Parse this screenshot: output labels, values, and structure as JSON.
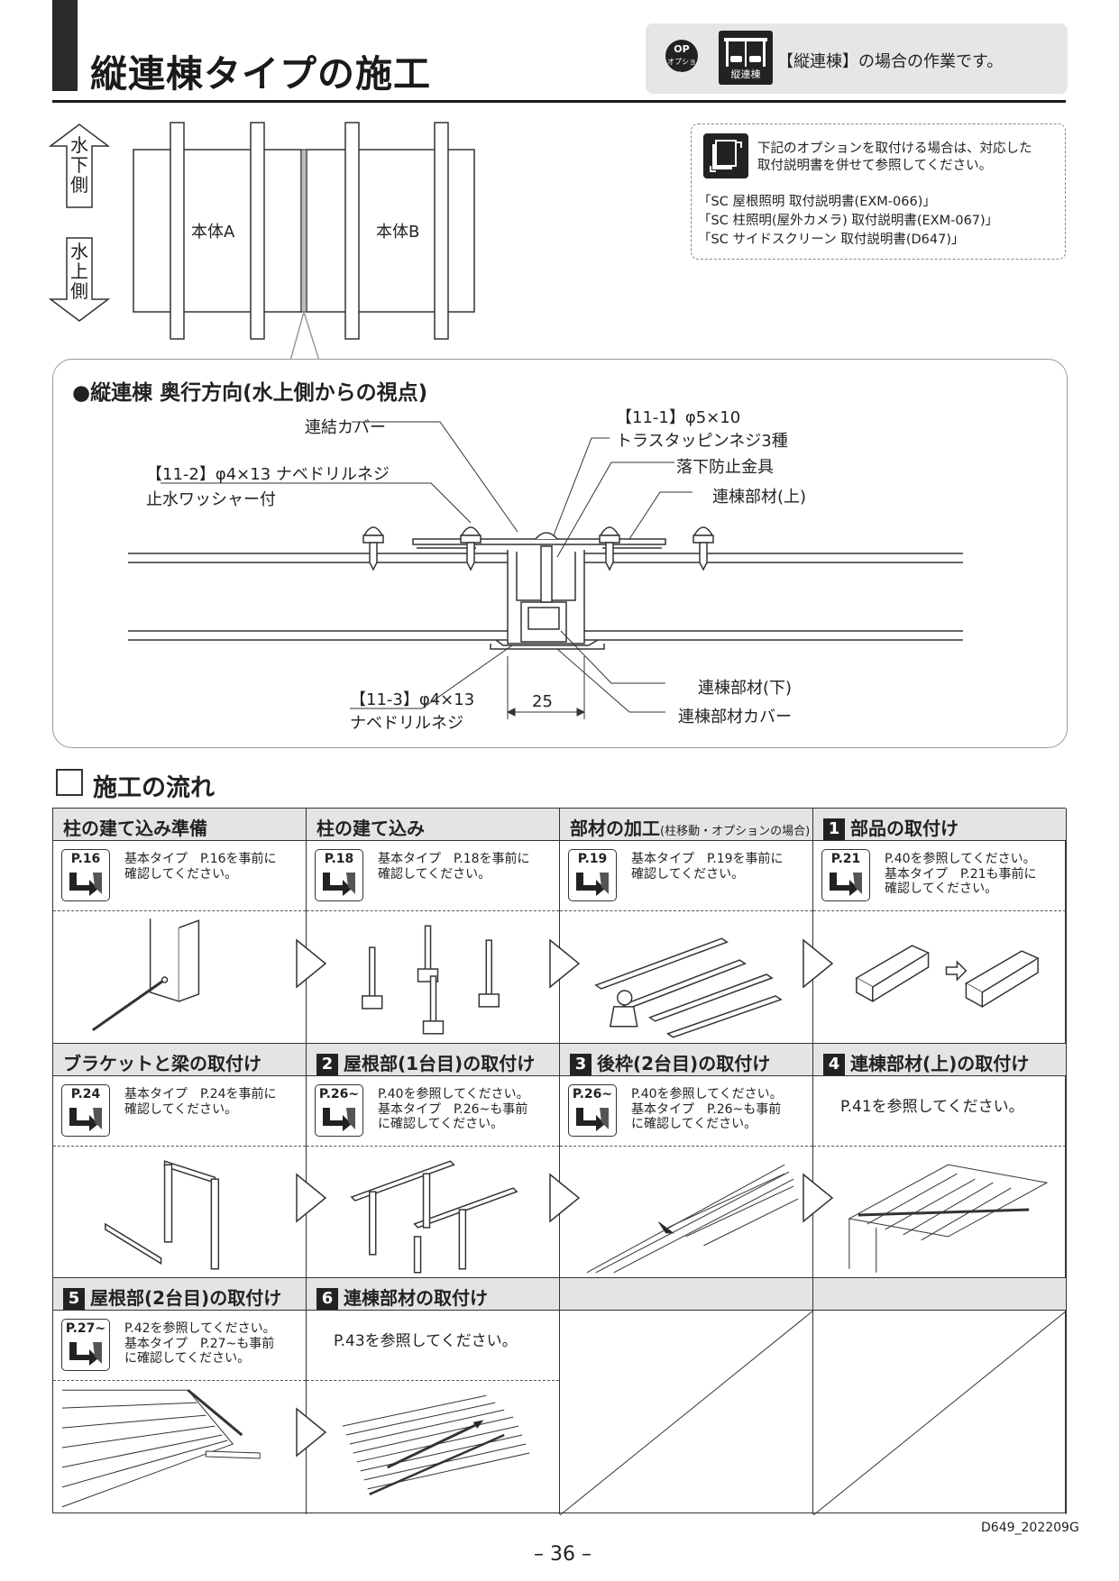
{
  "header": {
    "title": "縦連棟タイプの施工",
    "op_badge": "OP",
    "op_badge_sub": "オプション",
    "op_icon_label": "縦連棟",
    "op_text": "【縦連棟】の場合の作業です。"
  },
  "note": {
    "head": [
      "下記のオプションを取付ける場合は、対応した",
      "取付説明書を併せて参照してください。"
    ],
    "items": [
      "「SC 屋根照明 取付説明書(EXM-066)」",
      "「SC 柱照明(屋外カメラ) 取付説明書(EXM-067)」",
      "「SC サイドスクリーン 取付説明書(D647)」"
    ]
  },
  "plan": {
    "downstream": [
      "水",
      "下",
      "側"
    ],
    "upstream": [
      "水",
      "上",
      "側"
    ],
    "body_a": "本体A",
    "body_b": "本体B"
  },
  "section": {
    "title": "●縦連棟 奥行方向(水上側からの視点)",
    "labels": {
      "cover": "連結カバー",
      "screw1_a": "【11-1】φ5×10",
      "screw1_b": "トラスタッピンネジ3種",
      "fall": "落下防止金具",
      "upper": "連棟部材(上)",
      "screw2_a": "【11-2】φ4×13 ナベドリルネジ",
      "screw2_b": "止水ワッシャー付",
      "lower": "連棟部材(下)",
      "lower_cover": "連棟部材カバー",
      "screw3_a": "【11-3】φ4×13",
      "screw3_b": "ナベドリルネジ",
      "dim": "25"
    }
  },
  "flow": {
    "title": "施工の流れ",
    "rows": [
      [
        {
          "num": "",
          "title": "柱の建て込み準備",
          "sub": "",
          "page": "P.16",
          "text": [
            "基本タイプ　P.16を事前に",
            "確認してください。"
          ]
        },
        {
          "num": "",
          "title": "柱の建て込み",
          "sub": "",
          "page": "P.18",
          "text": [
            "基本タイプ　P.18を事前に",
            "確認してください。"
          ]
        },
        {
          "num": "",
          "title": "部材の加工",
          "sub": "(柱移動・オプションの場合)",
          "page": "P.19",
          "text": [
            "基本タイプ　P.19を事前に",
            "確認してください。"
          ]
        },
        {
          "num": "1",
          "title": "部品の取付け",
          "sub": "",
          "page": "P.21",
          "text": [
            "P.40を参照してください。",
            "基本タイプ　P.21も事前に",
            "確認してください。"
          ]
        }
      ],
      [
        {
          "num": "",
          "title": "ブラケットと梁の取付け",
          "sub": "",
          "page": "P.24",
          "text": [
            "基本タイプ　P.24を事前に",
            "確認してください。"
          ]
        },
        {
          "num": "2",
          "title": "屋根部(1台目)の取付け",
          "sub": "",
          "page": "P.26~",
          "text": [
            "P.40を参照してください。",
            "基本タイプ　P.26~も事前",
            "に確認してください。"
          ]
        },
        {
          "num": "3",
          "title": "後枠(2台目)の取付け",
          "sub": "",
          "page": "P.26~",
          "text": [
            "P.40を参照してください。",
            "基本タイプ　P.26~も事前",
            "に確認してください。"
          ]
        },
        {
          "num": "4",
          "title": "連棟部材(上)の取付け",
          "sub": "",
          "page": "",
          "text": [
            "P.41を参照してください。"
          ]
        }
      ],
      [
        {
          "num": "5",
          "title": "屋根部(2台目)の取付け",
          "sub": "",
          "page": "P.27~",
          "text": [
            "P.42を参照してください。",
            "基本タイプ　P.27~も事前",
            "に確認してください。"
          ]
        },
        {
          "num": "6",
          "title": "連棟部材の取付け",
          "sub": "",
          "page": "",
          "text": [
            "P.43を参照してください。"
          ]
        },
        {
          "num": "",
          "title": "",
          "sub": "",
          "page": "",
          "text": []
        },
        {
          "num": "",
          "title": "",
          "sub": "",
          "page": "",
          "text": []
        }
      ]
    ]
  },
  "footer": {
    "code": "D649_202209G",
    "page": "– 36 –"
  }
}
